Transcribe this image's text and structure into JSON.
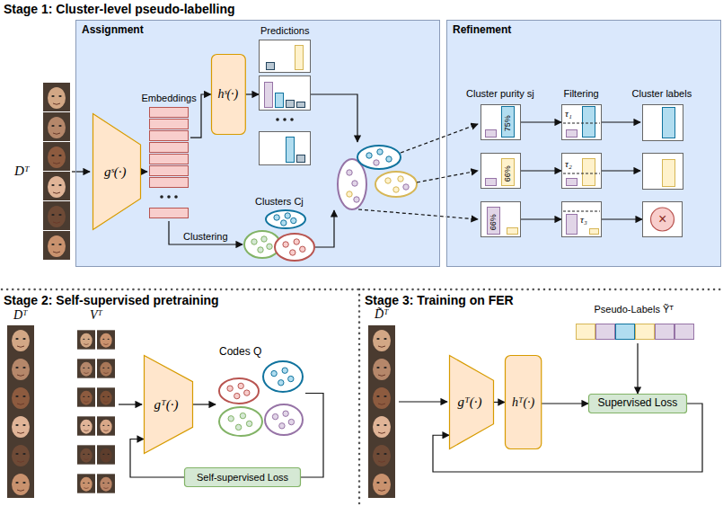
{
  "diagram": {
    "nodes": [
      {
        "text": [
          "Assignment"
        ]
      },
      {
        "text": [
          "gˢ(·)"
        ],
        "in": 0
      },
      {
        "text": [
          "Embeddings"
        ],
        "in": 0
      },
      {
        "text": [
          "hˢ(·)"
        ],
        "in": 0
      },
      {
        "text": [
          "Predictions"
        ],
        "in": 0
      },
      {
        "text": [
          "Clusters Cj"
        ],
        "in": 0
      },
      {
        "text": [
          "Refinement"
        ]
      },
      {
        "text": [
          "75%"
        ],
        "in": 6
      },
      {
        "text": [
          "τ₁"
        ],
        "in": 6
      },
      {
        "text": [
          "66%"
        ],
        "in": 6
      },
      {
        "text": [
          "τ₂"
        ],
        "in": 6
      },
      {
        "text": [
          "66%"
        ],
        "in": 6
      },
      {
        "text": [
          "τ₃"
        ],
        "in": 6
      },
      {
        "text": [
          "×"
        ],
        "in": 6
      },
      {
        "text": [
          "gᵀ(·)"
        ]
      },
      {
        "text": [
          "Codes Q"
        ]
      },
      {
        "text": [
          "Self-supervised Loss"
        ]
      },
      {
        "text": [
          "Pseudo-Labels Ỹᵀ"
        ]
      },
      {
        "text": [
          "gᵀ(·)"
        ]
      },
      {
        "text": [
          "hᵀ(·)"
        ]
      },
      {
        "text": [
          "Supervised Loss"
        ]
      }
    ],
    "edges": [
      {
        "from": 1,
        "to": 2,
        "arrow": "to"
      },
      {
        "from": 2,
        "to": 3,
        "arrow": "to"
      },
      {
        "from": 3,
        "to": 4,
        "arrow": "to"
      },
      {
        "from": 2,
        "to": 5,
        "label": "Clustering",
        "arrow": "to"
      },
      {
        "from": 7,
        "to": 8,
        "arrow": "to"
      },
      {
        "from": 9,
        "to": 10,
        "arrow": "to"
      },
      {
        "from": 11,
        "to": 12,
        "arrow": "to"
      },
      {
        "from": 12,
        "to": 13,
        "arrow": "to"
      },
      {
        "from": 14,
        "to": 15,
        "arrow": "to"
      },
      {
        "from": 15,
        "to": 16,
        "arrow": "none"
      },
      {
        "from": 16,
        "to": 14,
        "arrow": "to"
      },
      {
        "from": 18,
        "to": 19,
        "arrow": "to"
      },
      {
        "from": 19,
        "to": 20,
        "arrow": "to"
      },
      {
        "from": 17,
        "to": 20,
        "arrow": "to"
      },
      {
        "from": 20,
        "to": 18,
        "arrow": "to"
      }
    ],
    "labels": [
      "Stage 1: Cluster-level pseudo-labelling",
      "Dᵀ",
      "Cluster purity sj",
      "Filtering",
      "Cluster labels",
      "Stage 2: Self-supervised pretraining",
      "Dᵀ",
      "Vᵀ",
      "Stage 3: Training on FER",
      "D̃ᵀ"
    ]
  }
}
